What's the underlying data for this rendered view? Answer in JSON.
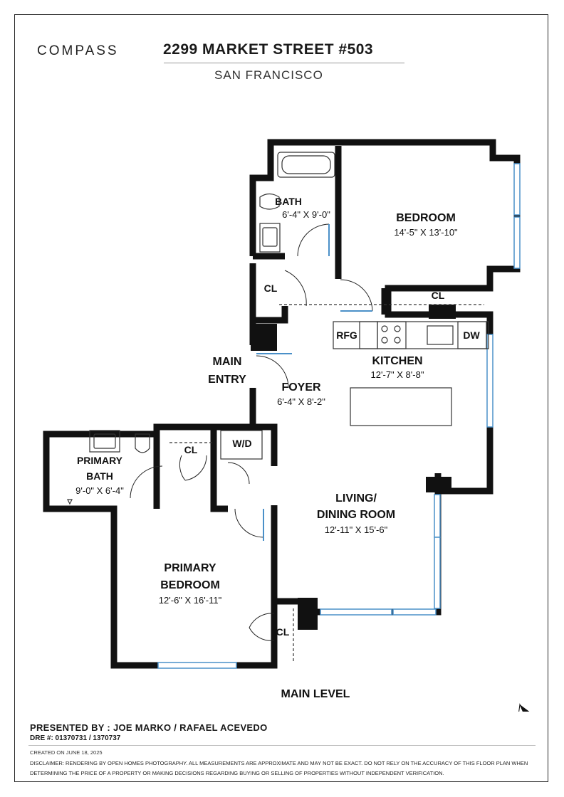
{
  "header": {
    "logo": "COMPASS",
    "address": "2299 MARKET STREET #503",
    "city": "SAN FRANCISCO"
  },
  "rooms": {
    "bath": {
      "name": "BATH",
      "dims": "6'-4\" X 9'-0\""
    },
    "bedroom": {
      "name": "BEDROOM",
      "dims": "14'-5\" X 13'-10\""
    },
    "closet_hall": {
      "name": "CL"
    },
    "closet_bedroom": {
      "name": "CL"
    },
    "kitchen": {
      "name": "KITCHEN",
      "dims": "12'-7\" X 8'-8\""
    },
    "rfg": {
      "name": "RFG"
    },
    "dw": {
      "name": "DW"
    },
    "main_entry": {
      "line1": "MAIN",
      "line2": "ENTRY"
    },
    "foyer": {
      "name": "FOYER",
      "dims": "6'-4\" X 8'-2\""
    },
    "primary_bath": {
      "line1": "PRIMARY",
      "line2": "BATH",
      "dims": "9'-0\" X 6'-4\""
    },
    "closet_primary_bath": {
      "name": "CL"
    },
    "wd": {
      "name": "W/D"
    },
    "living": {
      "line1": "LIVING/",
      "line2": "DINING ROOM",
      "dims": "12'-11\" X 15'-6\""
    },
    "primary_bedroom": {
      "line1": "PRIMARY",
      "line2": "BEDROOM",
      "dims": "12'-6\" X 16'-11\""
    },
    "closet_primary_bedroom": {
      "name": "CL"
    }
  },
  "level": "MAIN LEVEL",
  "compass_label": "N",
  "footer": {
    "presented": "PRESENTED BY : JOE MARKO / RAFAEL ACEVEDO",
    "dre": "DRE #: 01370731 / 1370737",
    "created": "CREATED ON JUNE 18, 2025",
    "disclaimer": "DISCLAIMER: RENDERING BY OPEN HOMES PHOTOGRAPHY. ALL MEASUREMENTS ARE APPROXIMATE AND MAY NOT BE EXACT. DO NOT RELY ON THE ACCURACY OF THIS FLOOR PLAN WHEN DETERMINING THE PRICE OF A PROPERTY OR MAKING DECISIONS REGARDING BUYING OR SELLING OF PROPERTIES WITHOUT INDEPENDENT VERIFICATION."
  }
}
